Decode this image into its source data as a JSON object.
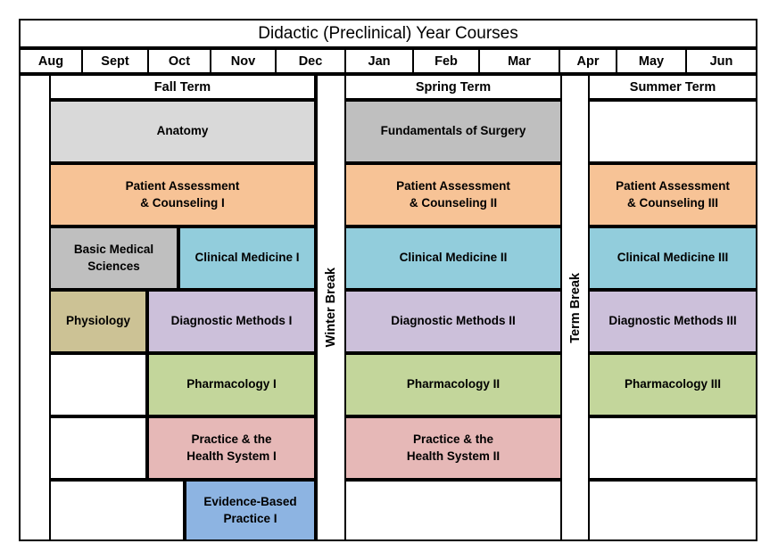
{
  "title": "Didactic (Preclinical) Year Courses",
  "colors": {
    "anatomy_gray": "#d9d9d9",
    "surgery_gray": "#bfbfbf",
    "orange": "#f7c396",
    "blue_teal": "#92cddc",
    "purple": "#ccc0da",
    "green": "#c3d69b",
    "pink": "#e6b8b7",
    "tan": "#ccc295",
    "cornflower": "#8db4e2",
    "border": "#000000",
    "white": "#ffffff"
  },
  "months": [
    {
      "label": "Aug"
    },
    {
      "label": "Sept"
    },
    {
      "label": "Oct"
    },
    {
      "label": "Nov"
    },
    {
      "label": "Dec"
    },
    {
      "label": "Jan"
    },
    {
      "label": "Feb"
    },
    {
      "label": "Mar"
    },
    {
      "label": "Apr"
    },
    {
      "label": "May"
    },
    {
      "label": "Jun"
    }
  ],
  "terms": [
    {
      "label": "Fall Term"
    },
    {
      "label": "Spring Term"
    },
    {
      "label": "Summer Term"
    }
  ],
  "breaks": [
    {
      "label": "Winter Break"
    },
    {
      "label": "Term Break"
    }
  ],
  "courses": {
    "fall": [
      {
        "label": "Anatomy",
        "row": 0
      },
      {
        "label": "Patient Assessment\n& Counseling I",
        "row": 1
      },
      {
        "label": "Basic Medical\nSciences",
        "row": 2
      },
      {
        "label": "Clinical Medicine I",
        "row": 2
      },
      {
        "label": "Physiology",
        "row": 3
      },
      {
        "label": "Diagnostic Methods I",
        "row": 3
      },
      {
        "label": "Pharmacology I",
        "row": 4
      },
      {
        "label": "Practice & the\nHealth System I",
        "row": 5
      },
      {
        "label": "Evidence-Based\nPractice I",
        "row": 6
      }
    ],
    "spring": [
      {
        "label": "Fundamentals of Surgery",
        "row": 0
      },
      {
        "label": "Patient Assessment\n& Counseling II",
        "row": 1
      },
      {
        "label": "Clinical Medicine II",
        "row": 2
      },
      {
        "label": "Diagnostic Methods II",
        "row": 3
      },
      {
        "label": "Pharmacology II",
        "row": 4
      },
      {
        "label": "Practice & the\nHealth System II",
        "row": 5
      }
    ],
    "summer": [
      {
        "label": "Patient Assessment\n& Counseling III",
        "row": 1
      },
      {
        "label": "Clinical Medicine III",
        "row": 2
      },
      {
        "label": "Diagnostic Methods III",
        "row": 3
      },
      {
        "label": "Pharmacology III",
        "row": 4
      }
    ]
  },
  "chart_data": {
    "type": "table",
    "title": "Didactic (Preclinical) Year Courses",
    "categories": [
      "Aug",
      "Sept",
      "Oct",
      "Nov",
      "Dec",
      "Jan",
      "Feb",
      "Mar",
      "Apr",
      "May",
      "Jun"
    ],
    "terms": [
      "Fall Term",
      "Spring Term",
      "Summer Term"
    ],
    "breaks": [
      "Winter Break",
      "Term Break"
    ],
    "rows": [
      {
        "index": 0,
        "blocks": [
          {
            "label": "Anatomy",
            "term": "Fall Term",
            "months": [
              "Sept",
              "Oct",
              "Nov",
              "Dec"
            ],
            "color": "#d9d9d9"
          },
          {
            "label": "Fundamentals of Surgery",
            "term": "Spring Term",
            "months": [
              "Jan",
              "Feb",
              "Mar"
            ],
            "color": "#bfbfbf"
          }
        ]
      },
      {
        "index": 1,
        "blocks": [
          {
            "label": "Patient Assessment & Counseling I",
            "term": "Fall Term",
            "months": [
              "Sept",
              "Oct",
              "Nov",
              "Dec"
            ],
            "color": "#f7c396"
          },
          {
            "label": "Patient Assessment & Counseling II",
            "term": "Spring Term",
            "months": [
              "Jan",
              "Feb",
              "Mar"
            ],
            "color": "#f7c396"
          },
          {
            "label": "Patient Assessment & Counseling III",
            "term": "Summer Term",
            "months": [
              "May",
              "Jun"
            ],
            "color": "#f7c396"
          }
        ]
      },
      {
        "index": 2,
        "blocks": [
          {
            "label": "Basic Medical Sciences",
            "term": "Fall Term",
            "months": [
              "Sept",
              "Oct"
            ],
            "color": "#bfbfbf"
          },
          {
            "label": "Clinical Medicine I",
            "term": "Fall Term",
            "months": [
              "Nov",
              "Dec"
            ],
            "color": "#92cddc"
          },
          {
            "label": "Clinical Medicine II",
            "term": "Spring Term",
            "months": [
              "Jan",
              "Feb",
              "Mar"
            ],
            "color": "#92cddc"
          },
          {
            "label": "Clinical Medicine III",
            "term": "Summer Term",
            "months": [
              "May",
              "Jun"
            ],
            "color": "#92cddc"
          }
        ]
      },
      {
        "index": 3,
        "blocks": [
          {
            "label": "Physiology",
            "term": "Fall Term",
            "months": [
              "Aug",
              "Sept"
            ],
            "color": "#ccc295"
          },
          {
            "label": "Diagnostic Methods I",
            "term": "Fall Term",
            "months": [
              "Oct",
              "Nov",
              "Dec"
            ],
            "color": "#ccc0da"
          },
          {
            "label": "Diagnostic Methods II",
            "term": "Spring Term",
            "months": [
              "Jan",
              "Feb",
              "Mar"
            ],
            "color": "#ccc0da"
          },
          {
            "label": "Diagnostic Methods III",
            "term": "Summer Term",
            "months": [
              "May",
              "Jun"
            ],
            "color": "#ccc0da"
          }
        ]
      },
      {
        "index": 4,
        "blocks": [
          {
            "label": "Pharmacology I",
            "term": "Fall Term",
            "months": [
              "Oct",
              "Nov",
              "Dec"
            ],
            "color": "#c3d69b"
          },
          {
            "label": "Pharmacology II",
            "term": "Spring Term",
            "months": [
              "Jan",
              "Feb",
              "Mar"
            ],
            "color": "#c3d69b"
          },
          {
            "label": "Pharmacology III",
            "term": "Summer Term",
            "months": [
              "May",
              "Jun"
            ],
            "color": "#c3d69b"
          }
        ]
      },
      {
        "index": 5,
        "blocks": [
          {
            "label": "Practice & the Health System I",
            "term": "Fall Term",
            "months": [
              "Oct",
              "Nov",
              "Dec"
            ],
            "color": "#e6b8b7"
          },
          {
            "label": "Practice & the Health System II",
            "term": "Spring Term",
            "months": [
              "Jan",
              "Feb",
              "Mar"
            ],
            "color": "#e6b8b7"
          }
        ]
      },
      {
        "index": 6,
        "blocks": [
          {
            "label": "Evidence-Based Practice I",
            "term": "Fall Term",
            "months": [
              "Nov",
              "Dec"
            ],
            "color": "#8db4e2"
          }
        ]
      }
    ]
  }
}
